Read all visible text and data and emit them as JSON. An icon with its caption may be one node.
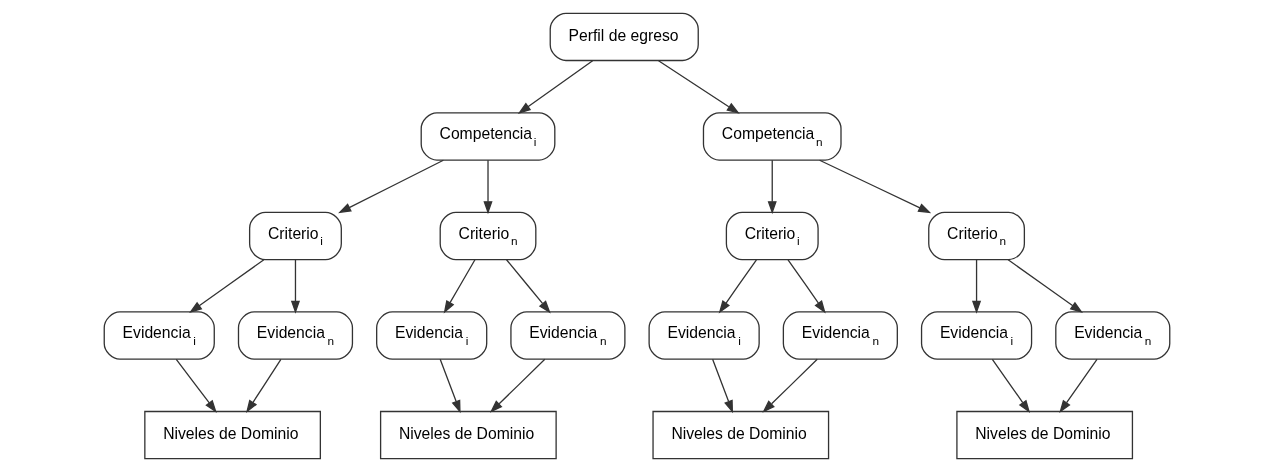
{
  "diagram": {
    "nodes": [
      {
        "text": [
          "Perfil de egreso"
        ]
      },
      {
        "text": [
          "Competencia$_{i}$"
        ]
      },
      {
        "text": [
          "Competencia$_{n}$"
        ]
      },
      {
        "text": [
          "Criterio$_{i}$"
        ]
      },
      {
        "text": [
          "Criterio$_{n}$"
        ]
      },
      {
        "text": [
          "Criterio$_{i}$"
        ]
      },
      {
        "text": [
          "Criterio$_{n}$"
        ]
      },
      {
        "text": [
          "Evidencia$_{i}$"
        ]
      },
      {
        "text": [
          "Evidencia$_{n}$"
        ]
      },
      {
        "text": [
          "Evidencia$_{i}$"
        ]
      },
      {
        "text": [
          "Evidencia$_{n}$"
        ]
      },
      {
        "text": [
          "Evidencia$_{i}$"
        ]
      },
      {
        "text": [
          "Evidencia$_{n}$"
        ]
      },
      {
        "text": [
          "Evidencia$_{i}$"
        ]
      },
      {
        "text": [
          "Evidencia$_{n}$"
        ]
      },
      {
        "text": [
          "Niveles de Dominio"
        ]
      },
      {
        "text": [
          "Niveles de Dominio"
        ]
      },
      {
        "text": [
          "Niveles de Dominio"
        ]
      },
      {
        "text": [
          "Niveles de Dominio"
        ]
      }
    ],
    "edges": [
      {
        "from": 0,
        "to": 1,
        "arrow": "to"
      },
      {
        "from": 0,
        "to": 2,
        "arrow": "to"
      },
      {
        "from": 1,
        "to": 3,
        "arrow": "to"
      },
      {
        "from": 1,
        "to": 4,
        "arrow": "to"
      },
      {
        "from": 2,
        "to": 5,
        "arrow": "to"
      },
      {
        "from": 2,
        "to": 6,
        "arrow": "to"
      },
      {
        "from": 3,
        "to": 7,
        "arrow": "to"
      },
      {
        "from": 3,
        "to": 8,
        "arrow": "to"
      },
      {
        "from": 4,
        "to": 9,
        "arrow": "to"
      },
      {
        "from": 4,
        "to": 10,
        "arrow": "to"
      },
      {
        "from": 5,
        "to": 11,
        "arrow": "to"
      },
      {
        "from": 5,
        "to": 12,
        "arrow": "to"
      },
      {
        "from": 6,
        "to": 13,
        "arrow": "to"
      },
      {
        "from": 6,
        "to": 14,
        "arrow": "to"
      },
      {
        "from": 7,
        "to": 15,
        "arrow": "to"
      },
      {
        "from": 8,
        "to": 15,
        "arrow": "to"
      },
      {
        "from": 9,
        "to": 16,
        "arrow": "to"
      },
      {
        "from": 10,
        "to": 16,
        "arrow": "to"
      },
      {
        "from": 11,
        "to": 17,
        "arrow": "to"
      },
      {
        "from": 12,
        "to": 17,
        "arrow": "to"
      },
      {
        "from": 13,
        "to": 18,
        "arrow": "to"
      },
      {
        "from": 14,
        "to": 18,
        "arrow": "to"
      }
    ]
  }
}
